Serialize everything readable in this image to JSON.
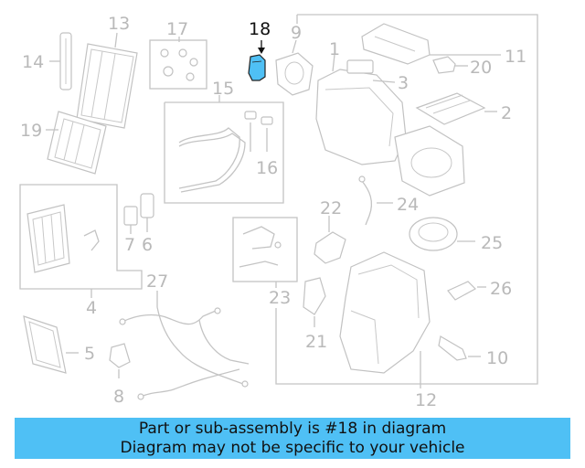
{
  "diagram": {
    "callouts": [
      {
        "id": "1",
        "text": "1"
      },
      {
        "id": "2",
        "text": "2"
      },
      {
        "id": "3",
        "text": "3"
      },
      {
        "id": "4",
        "text": "4"
      },
      {
        "id": "5",
        "text": "5"
      },
      {
        "id": "6",
        "text": "6"
      },
      {
        "id": "7",
        "text": "7"
      },
      {
        "id": "8",
        "text": "8"
      },
      {
        "id": "9",
        "text": "9"
      },
      {
        "id": "10",
        "text": "10"
      },
      {
        "id": "11",
        "text": "11"
      },
      {
        "id": "12",
        "text": "12"
      },
      {
        "id": "13",
        "text": "13"
      },
      {
        "id": "14",
        "text": "14"
      },
      {
        "id": "15",
        "text": "15"
      },
      {
        "id": "16",
        "text": "16"
      },
      {
        "id": "17",
        "text": "17"
      },
      {
        "id": "18",
        "text": "18"
      },
      {
        "id": "19",
        "text": "19"
      },
      {
        "id": "20",
        "text": "20"
      },
      {
        "id": "21",
        "text": "21"
      },
      {
        "id": "22",
        "text": "22"
      },
      {
        "id": "23",
        "text": "23"
      },
      {
        "id": "24",
        "text": "24"
      },
      {
        "id": "25",
        "text": "25"
      },
      {
        "id": "26",
        "text": "26"
      },
      {
        "id": "27",
        "text": "27"
      }
    ],
    "highlight_color": "#4fc0f5"
  },
  "banner": {
    "line1": "Part or sub-assembly is #18 in diagram",
    "line2": "Diagram may not be specific to your vehicle",
    "background": "#4fc0f5"
  }
}
